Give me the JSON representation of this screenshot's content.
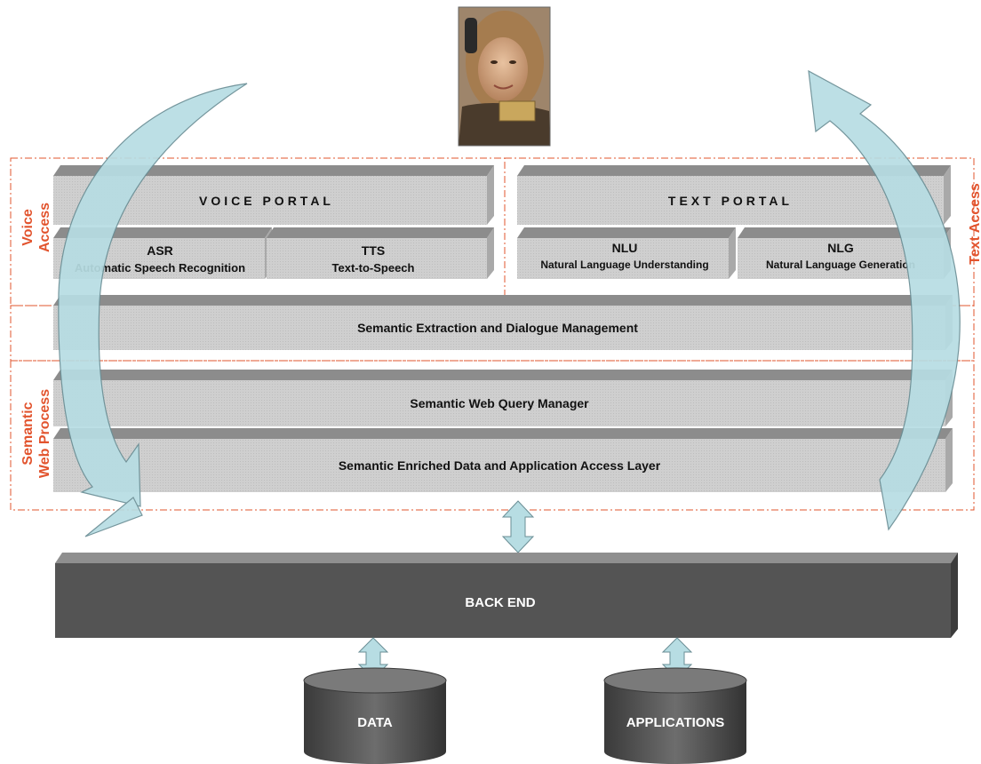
{
  "colors": {
    "box_front": "#cfcfcf",
    "box_top": "#8c8c8c",
    "box_side": "#a9a9a9",
    "backend_front": "#545454",
    "backend_top": "#8f8f8f",
    "backend_side": "#3c3c3c",
    "accent": "#e2542e",
    "arrow_fill": "#b7dde3",
    "arrow_stroke": "#6a8e95"
  },
  "side_labels": {
    "voice_access": [
      "Voice",
      "Access"
    ],
    "text_access": "Text Access",
    "semantic_web_process": [
      "Semantic",
      "Web Process"
    ]
  },
  "voice_portal": {
    "title": "VOICE PORTAL",
    "asr": {
      "title": "ASR",
      "subtitle": "Automatic Speech Recognition"
    },
    "tts": {
      "title": "TTS",
      "subtitle": "Text-to-Speech"
    }
  },
  "text_portal": {
    "title": "TEXT PORTAL",
    "nlu": {
      "title": "NLU",
      "subtitle": "Natural Language Understanding"
    },
    "nlg": {
      "title": "NLG",
      "subtitle": "Natural Language Generation"
    }
  },
  "layers": {
    "dialogue": "Semantic Extraction and Dialogue Management",
    "query_manager": "Semantic Web Query Manager",
    "access_layer": "Semantic Enriched Data and Application Access Layer"
  },
  "back_end": "BACK END",
  "stores": {
    "data": "DATA",
    "applications": "APPLICATIONS"
  },
  "icons": {
    "user_photo": "person-on-phone-photo",
    "big_arrows": "curved-flow-arrow",
    "double_arrows": "double-headed-arrow"
  }
}
